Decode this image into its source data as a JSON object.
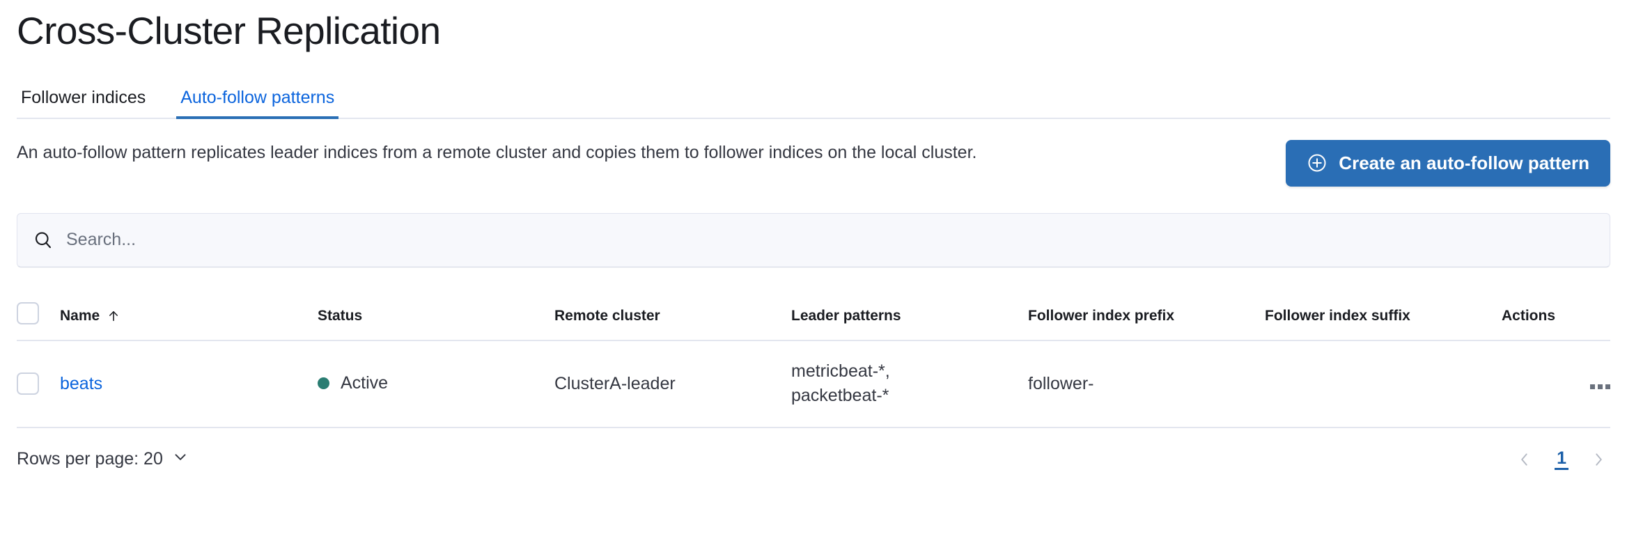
{
  "header": {
    "title": "Cross-Cluster Replication"
  },
  "tabs": [
    {
      "label": "Follower indices",
      "active": false
    },
    {
      "label": "Auto-follow patterns",
      "active": true
    }
  ],
  "intro": {
    "description": "An auto-follow pattern replicates leader indices from a remote cluster and copies them to follower indices on the local cluster.",
    "create_button_label": "Create an auto-follow pattern",
    "create_button_icon": "plus-in-circle-icon",
    "create_button_color": "#2a6eb5"
  },
  "search": {
    "placeholder": "Search...",
    "value": "",
    "icon": "search-icon"
  },
  "table": {
    "columns": [
      {
        "key": "name",
        "label": "Name",
        "sorted": true,
        "sort_direction": "asc",
        "sort_icon": "arrow-up-icon"
      },
      {
        "key": "status",
        "label": "Status"
      },
      {
        "key": "remote_cluster",
        "label": "Remote cluster"
      },
      {
        "key": "leader_patterns",
        "label": "Leader patterns"
      },
      {
        "key": "follower_index_prefix",
        "label": "Follower index prefix"
      },
      {
        "key": "follower_index_suffix",
        "label": "Follower index suffix"
      },
      {
        "key": "actions",
        "label": "Actions"
      }
    ],
    "rows": [
      {
        "selected": false,
        "name": "beats",
        "status": "Active",
        "status_color": "#2a7d72",
        "remote_cluster": "ClusterA-leader",
        "leader_patterns_line1": "metricbeat-*,",
        "leader_patterns_line2": "packetbeat-*",
        "follower_index_prefix": "follower-",
        "follower_index_suffix": "",
        "actions_icon": "ellipsis-horizontal-icon"
      }
    ]
  },
  "footer": {
    "rows_per_page_label": "Rows per page: 20",
    "rows_per_page_icon": "chevron-down-icon",
    "prev_icon": "chevron-left-icon",
    "next_icon": "chevron-right-icon",
    "current_page": "1"
  }
}
